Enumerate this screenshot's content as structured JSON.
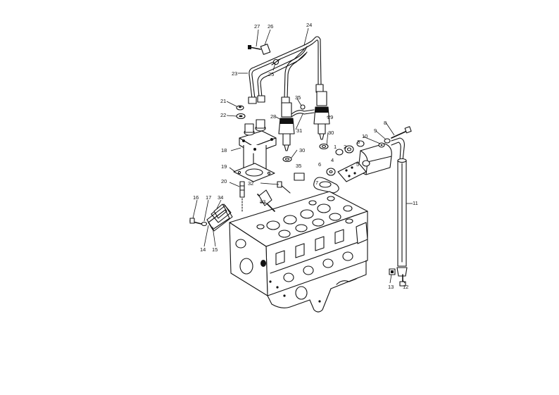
{
  "callouts": [
    {
      "id": "c27",
      "text": "27"
    },
    {
      "id": "c26",
      "text": "26"
    },
    {
      "id": "c24",
      "text": "24"
    },
    {
      "id": "c25",
      "text": "25"
    },
    {
      "id": "c23",
      "text": "23"
    },
    {
      "id": "c21",
      "text": "21"
    },
    {
      "id": "c22",
      "text": "22"
    },
    {
      "id": "c35a",
      "text": "35"
    },
    {
      "id": "c28",
      "text": "28"
    },
    {
      "id": "c29",
      "text": "29"
    },
    {
      "id": "c31",
      "text": "31"
    },
    {
      "id": "c30a",
      "text": "30"
    },
    {
      "id": "c30b",
      "text": "30"
    },
    {
      "id": "c8",
      "text": "8"
    },
    {
      "id": "c9",
      "text": "9"
    },
    {
      "id": "c10",
      "text": "10"
    },
    {
      "id": "c1",
      "text": "1"
    },
    {
      "id": "c2",
      "text": "2"
    },
    {
      "id": "c3",
      "text": "3"
    },
    {
      "id": "c4",
      "text": "4"
    },
    {
      "id": "c5",
      "text": "5"
    },
    {
      "id": "c6",
      "text": "6"
    },
    {
      "id": "c7",
      "text": "7"
    },
    {
      "id": "c18",
      "text": "18"
    },
    {
      "id": "c19",
      "text": "19"
    },
    {
      "id": "c20",
      "text": "20"
    },
    {
      "id": "c35b",
      "text": "35"
    },
    {
      "id": "c32",
      "text": "32"
    },
    {
      "id": "c33",
      "text": "33"
    },
    {
      "id": "c16",
      "text": "16"
    },
    {
      "id": "c17",
      "text": "17"
    },
    {
      "id": "c34",
      "text": "34"
    },
    {
      "id": "c14",
      "text": "14"
    },
    {
      "id": "c15",
      "text": "15"
    },
    {
      "id": "c11",
      "text": "11"
    },
    {
      "id": "c13",
      "text": "13"
    },
    {
      "id": "c12",
      "text": "12"
    }
  ]
}
